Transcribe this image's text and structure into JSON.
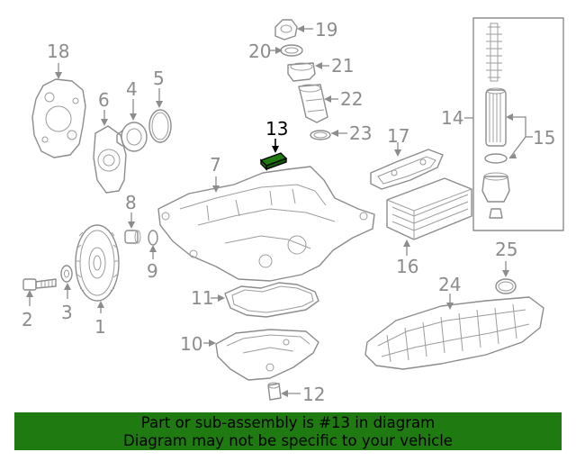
{
  "diagram": {
    "callouts": [
      {
        "id": "c1",
        "label": "1"
      },
      {
        "id": "c2",
        "label": "2"
      },
      {
        "id": "c3",
        "label": "3"
      },
      {
        "id": "c4",
        "label": "4"
      },
      {
        "id": "c5",
        "label": "5"
      },
      {
        "id": "c6",
        "label": "6"
      },
      {
        "id": "c7",
        "label": "7"
      },
      {
        "id": "c8",
        "label": "8"
      },
      {
        "id": "c9",
        "label": "9"
      },
      {
        "id": "c10",
        "label": "10"
      },
      {
        "id": "c11",
        "label": "11"
      },
      {
        "id": "c12",
        "label": "12"
      },
      {
        "id": "c13",
        "label": "13"
      },
      {
        "id": "c14",
        "label": "14"
      },
      {
        "id": "c15",
        "label": "15"
      },
      {
        "id": "c16",
        "label": "16"
      },
      {
        "id": "c17",
        "label": "17"
      },
      {
        "id": "c18",
        "label": "18"
      },
      {
        "id": "c19",
        "label": "19"
      },
      {
        "id": "c20",
        "label": "20"
      },
      {
        "id": "c21",
        "label": "21"
      },
      {
        "id": "c22",
        "label": "22"
      },
      {
        "id": "c23",
        "label": "23"
      },
      {
        "id": "c24",
        "label": "24"
      },
      {
        "id": "c25",
        "label": "25"
      }
    ],
    "highlighted_part": "13",
    "highlight_color": "#1f7a12",
    "line_color": "#8c8c8c"
  },
  "banner": {
    "line1": "Part or sub-assembly is #13 in diagram",
    "line2": "Diagram may not be specific to your vehicle",
    "background": "#1f7a12"
  }
}
